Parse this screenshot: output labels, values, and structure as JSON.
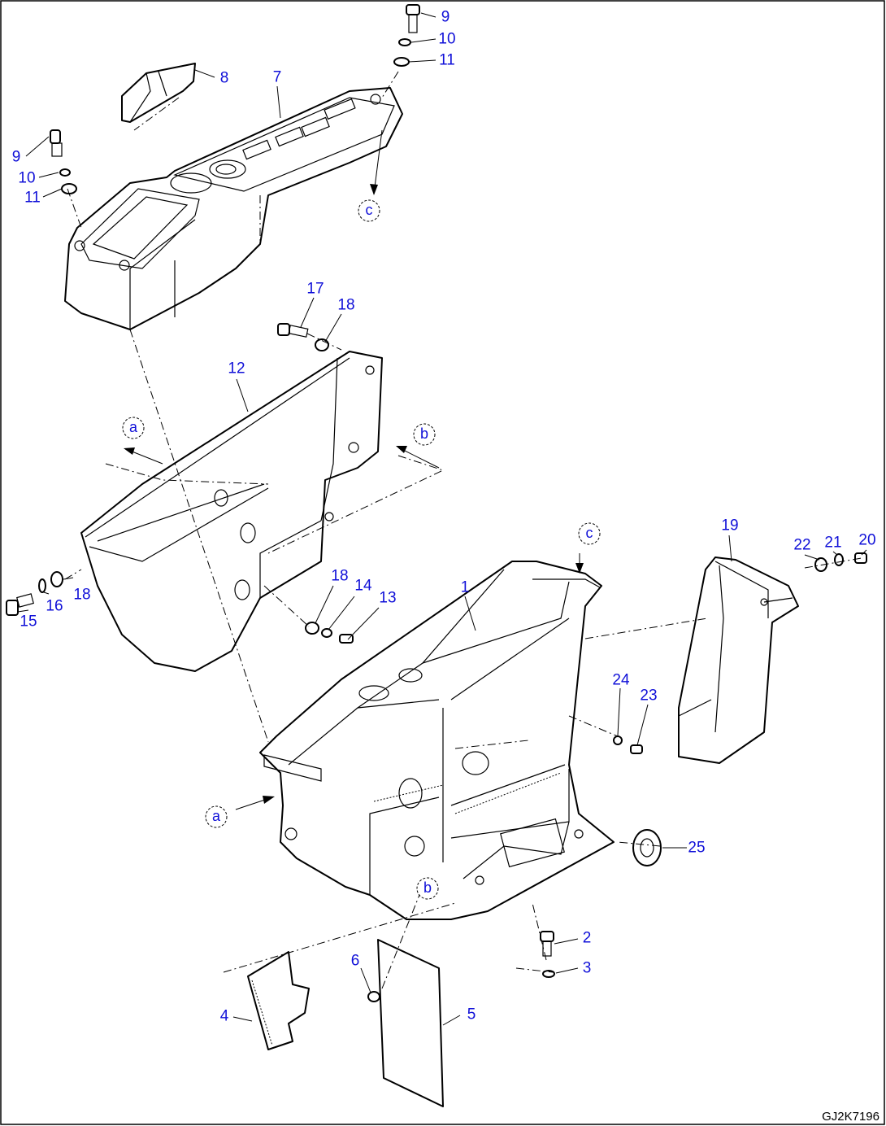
{
  "drawing_code": "GJ2K7196",
  "callouts": [
    {
      "label": "1"
    },
    {
      "label": "2"
    },
    {
      "label": "3"
    },
    {
      "label": "4"
    },
    {
      "label": "5"
    },
    {
      "label": "6"
    },
    {
      "label": "7"
    },
    {
      "label": "8"
    },
    {
      "label": "9"
    },
    {
      "label": "9"
    },
    {
      "label": "10"
    },
    {
      "label": "10"
    },
    {
      "label": "11"
    },
    {
      "label": "11"
    },
    {
      "label": "12"
    },
    {
      "label": "13"
    },
    {
      "label": "14"
    },
    {
      "label": "15"
    },
    {
      "label": "16"
    },
    {
      "label": "17"
    },
    {
      "label": "18"
    },
    {
      "label": "18"
    },
    {
      "label": "18"
    },
    {
      "label": "19"
    },
    {
      "label": "20"
    },
    {
      "label": "21"
    },
    {
      "label": "22"
    },
    {
      "label": "23"
    },
    {
      "label": "24"
    },
    {
      "label": "25"
    }
  ],
  "references": [
    {
      "letter": "a"
    },
    {
      "letter": "a"
    },
    {
      "letter": "b"
    },
    {
      "letter": "b"
    },
    {
      "letter": "c"
    },
    {
      "letter": "c"
    }
  ],
  "colors": {
    "callout": "#1010d8",
    "line": "#000000",
    "background": "#ffffff"
  }
}
